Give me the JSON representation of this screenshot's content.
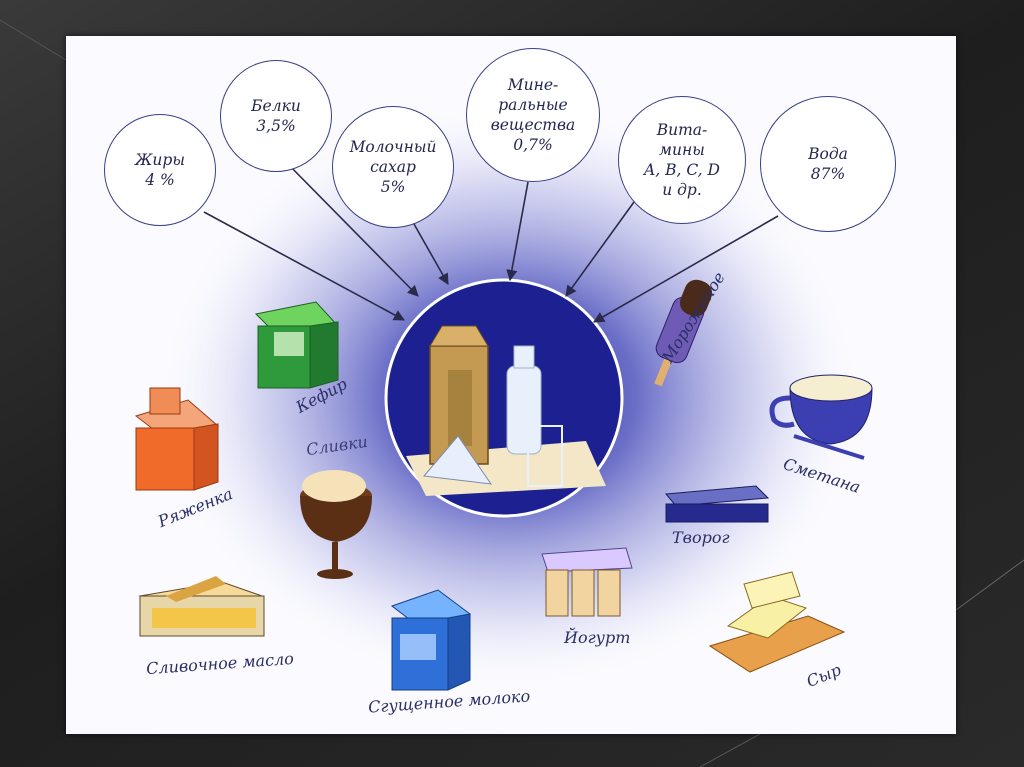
{
  "components": [
    {
      "name": "fats",
      "label": "Жиры\n4 %"
    },
    {
      "name": "proteins",
      "label": "Белки\n3,5%"
    },
    {
      "name": "milk-sugar",
      "label": "Молочный\nсахар\n5%"
    },
    {
      "name": "minerals",
      "label": "Мине-\nральные\nвещества\n0,7%"
    },
    {
      "name": "vitamins",
      "label": "Вита-\nмины\nA, B, C, D\nи др."
    },
    {
      "name": "water",
      "label": "Вода\n87%"
    }
  ],
  "products": {
    "kefir": "Кефир",
    "ryazhenka": "Ряженка",
    "slivki": "Сливки",
    "slivochnoe_maslo": "Сливочное масло",
    "sgushchennoe_moloko": "Сгущенное молоко",
    "iogurt": "Йогурт",
    "tvorog": "Творог",
    "syr": "Сыр",
    "smetana": "Сметана",
    "morozhenoe": "Мороженое"
  },
  "colors": {
    "glow": "#3a3fb4",
    "bubble_border": "#3b3f86",
    "label_text": "#2b2f66",
    "kefir_green": "#2f9a3c",
    "ryazhenka_orange": "#f06a2a",
    "condensed_blue": "#2e6fd8"
  }
}
